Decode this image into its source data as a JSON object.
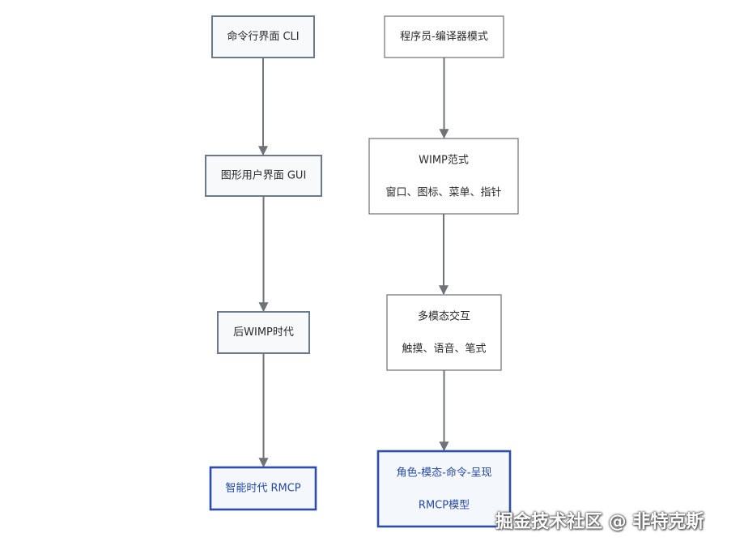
{
  "nodes": [
    {
      "id": "cli",
      "lines": [
        "命令行界面 CLI"
      ],
      "style": "gray"
    },
    {
      "id": "gui",
      "lines": [
        "图形用户界面 GUI"
      ],
      "style": "gray"
    },
    {
      "id": "post-wimp",
      "lines": [
        "后WIMP时代"
      ],
      "style": "gray"
    },
    {
      "id": "rmcp-era",
      "lines": [
        "智能时代 RMCP"
      ],
      "style": "blue"
    },
    {
      "id": "programmer-compiler",
      "lines": [
        "程序员-编译器模式"
      ],
      "style": "plain"
    },
    {
      "id": "wimp",
      "lines": [
        "WIMP范式",
        "窗口、图标、菜单、指针"
      ],
      "style": "plain"
    },
    {
      "id": "multimodal",
      "lines": [
        "多模态交互",
        "触摸、语音、笔式"
      ],
      "style": "plain"
    },
    {
      "id": "rmcp-model",
      "lines": [
        "角色-模态-命令-呈现",
        "RMCP模型"
      ],
      "style": "blue"
    }
  ],
  "edges": [
    {
      "from": "cli",
      "to": "gui"
    },
    {
      "from": "gui",
      "to": "post-wimp"
    },
    {
      "from": "post-wimp",
      "to": "rmcp-era"
    },
    {
      "from": "programmer-compiler",
      "to": "wimp"
    },
    {
      "from": "wimp",
      "to": "multimodal"
    },
    {
      "from": "multimodal",
      "to": "rmcp-model"
    }
  ],
  "watermark": "掘金技术社区 @ 非特克斯"
}
